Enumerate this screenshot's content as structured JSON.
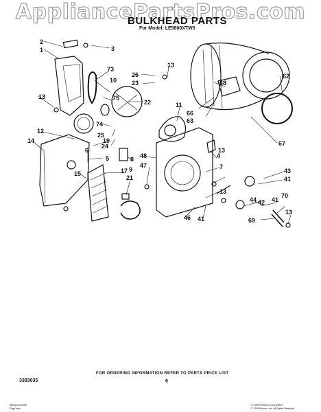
{
  "watermark": "AppliancePartsPros.com",
  "header": {
    "title": "BULKHEAD PARTS",
    "subtitle": "For Model: LE5800XTW0"
  },
  "callouts": [
    "2",
    "1",
    "3",
    "73",
    "10",
    "75",
    "26",
    "23",
    "13",
    "22",
    "11",
    "62",
    "68",
    "66",
    "63",
    "67",
    "12",
    "14",
    "74",
    "25",
    "24",
    "19",
    "6",
    "5",
    "15",
    "8",
    "48",
    "4",
    "47",
    "21",
    "17",
    "7",
    "43",
    "41",
    "44",
    "42",
    "41",
    "70",
    "46",
    "41",
    "69",
    "13",
    "13",
    "13",
    "13",
    "9"
  ],
  "footer": {
    "note": "FOR ORDERING INFORMATION REFER TO PARTS PRICE LIST",
    "doc_number": "3393035",
    "page_number": "6",
    "left_small_1": "Whirlpool Model",
    "left_small_2": "Page   Item",
    "right_small_1": "© 1995 Whirlpool Corporation",
    "right_small_2": "© 1995 Kitchen, Inc. All Rights Reserved"
  }
}
